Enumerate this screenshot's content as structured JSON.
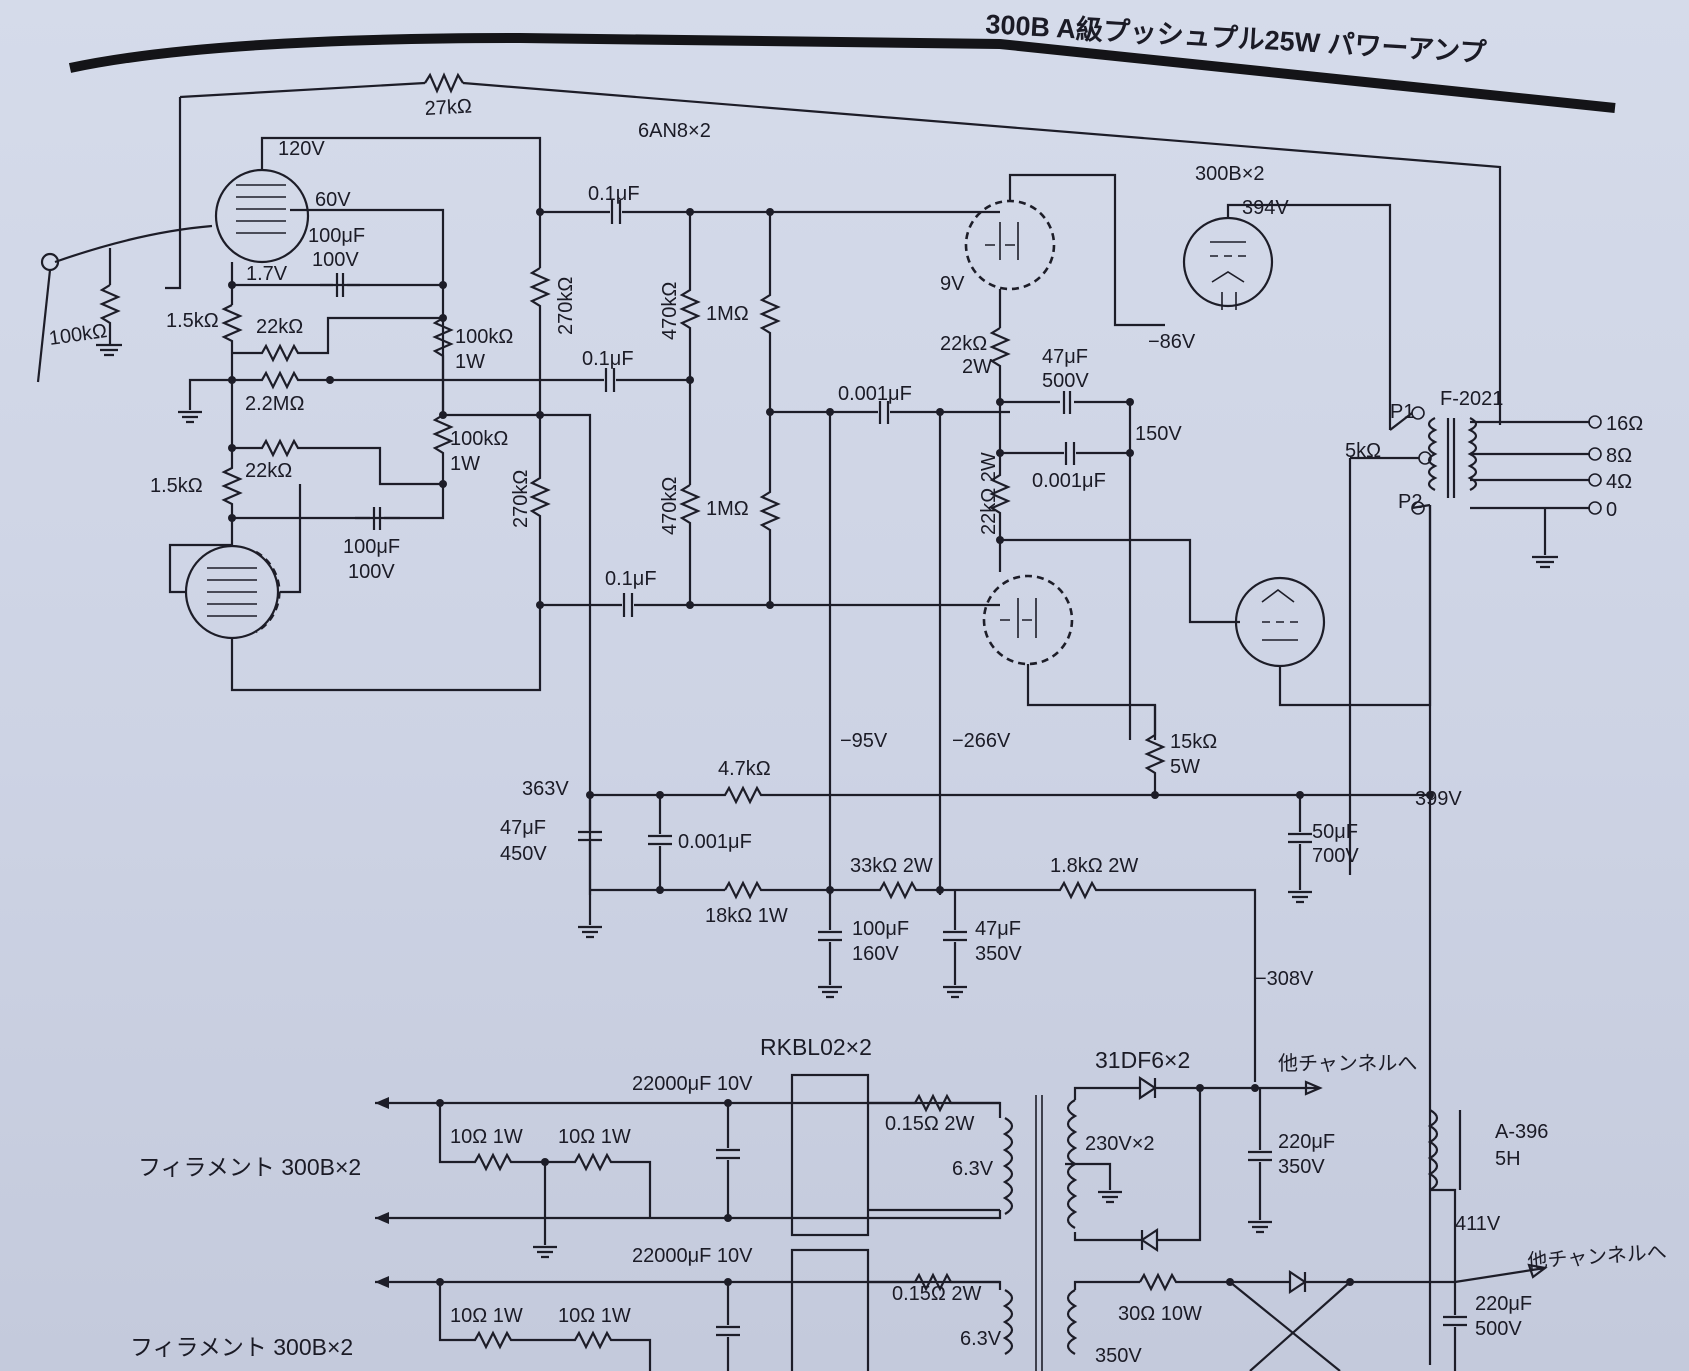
{
  "title": "300B A級プッシュプル25W パワーアンプ",
  "labels": {
    "r_feedback": "27kΩ",
    "tube_driver": "6AN8×2",
    "tube_output": "300B×2",
    "v_120": "120V",
    "v_60": "60V",
    "c_100uf": "100μF",
    "c_100v": "100V",
    "v_1_7": "1.7V",
    "r_input": "100kΩ",
    "r_1_5k_a": "1.5kΩ",
    "r_22k_a": "22kΩ",
    "r_100k_a": "100kΩ",
    "w_1w_a": "1W",
    "r_2_2m": "2.2MΩ",
    "r_100k_b": "100kΩ",
    "w_1w_b": "1W",
    "r_22k_b": "22kΩ",
    "r_1_5k_b": "1.5kΩ",
    "c_100uf_b": "100μF",
    "c_100v_b": "100V",
    "r_270k_a": "270kΩ",
    "r_270k_b": "270kΩ",
    "c_01_a": "0.1μF",
    "c_01_b": "0.1μF",
    "c_01_c": "0.1μF",
    "r_470k_a": "470kΩ",
    "r_470k_b": "470kΩ",
    "r_1m_a": "1MΩ",
    "r_1m_b": "1MΩ",
    "c_0001_a": "0.001μF",
    "v_9": "9V",
    "r_22k_2w_a": "22kΩ",
    "w_2w": "2W",
    "c_47uf": "47μF",
    "c_500v": "500V",
    "v_150": "150V",
    "c_0001_b": "0.001μF",
    "r_22k_2w_b": "22kΩ 2W",
    "v_394": "394V",
    "v_minus86": "−86V",
    "tap_p1": "P1",
    "xfmr_out": "F-2021",
    "r_5k": "5kΩ",
    "tap_p2": "P2",
    "tap_16": "16Ω",
    "tap_8": "8Ω",
    "tap_4": "4Ω",
    "tap_0": "0",
    "v_minus95": "−95V",
    "v_minus266": "−266V",
    "r_15k": "15kΩ",
    "w_5w": "5W",
    "v_363": "363V",
    "r_4_7k": "4.7kΩ",
    "v_399": "399V",
    "c_47uf_b": "47μF",
    "c_450v": "450V",
    "c_0001_c": "0.001μF",
    "c_50uf": "50μF",
    "c_700v": "700V",
    "r_33k": "33kΩ 2W",
    "r_1_8k": "1.8kΩ 2W",
    "r_18k": "18kΩ 1W",
    "c_100uf_c": "100μF",
    "c_160v": "160V",
    "c_47uf_c": "47μF",
    "c_350v_a": "350V",
    "v_minus308": "−308V",
    "bridge": "RKBL02×2",
    "diode": "31DF6×2",
    "other_ch_a": "他チャンネルへ",
    "c_22000_a": "22000μF 10V",
    "r_015_a": "0.15Ω 2W",
    "r_10_a": "10Ω 1W",
    "r_10_b": "10Ω 1W",
    "v_6_3_a": "6.3V",
    "v_230": "230V×2",
    "c_220uf_a": "220μF",
    "c_350v_b": "350V",
    "filament_a": "フィラメント 300B×2",
    "choke": "A-396",
    "choke_h": "5H",
    "v_411": "411V",
    "c_22000_b": "22000μF 10V",
    "other_ch_b": "他チャンネルへ",
    "r_015_b": "0.15Ω 2W",
    "r_10_c": "10Ω 1W",
    "r_10_d": "10Ω 1W",
    "r_30": "30Ω 10W",
    "c_220uf_b": "220μF",
    "c_500v_b": "500V",
    "v_6_3_b": "6.3V",
    "v_350": "350V",
    "filament_b": "フィラメント 300B×2"
  }
}
